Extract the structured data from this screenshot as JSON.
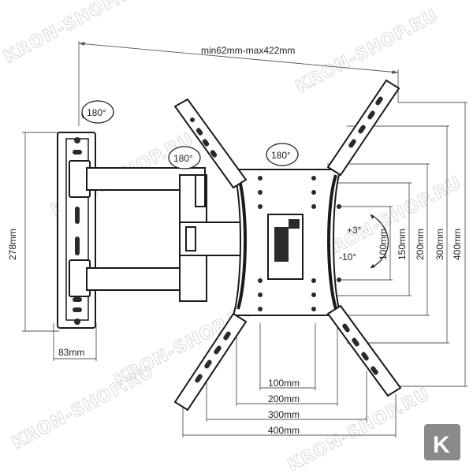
{
  "dimensions": {
    "arm_extension": "min62mm-max422mm",
    "wall_plate_height": "278mm",
    "wall_plate_width": "83mm",
    "vesa_horizontal": [
      "100mm",
      "200mm",
      "300mm",
      "400mm"
    ],
    "vesa_vertical": [
      "100mm",
      "150mm",
      "200mm",
      "300mm",
      "400mm"
    ]
  },
  "rotation": {
    "wall_joint": "180°",
    "middle_joint": "180°",
    "plate_swivel": "180°",
    "tilt_up": "+3°",
    "tilt_down": "-10°"
  },
  "watermark": "KRON-SHOP.RU",
  "badge_letter": "K",
  "colors": {
    "line": "#1a1a1a",
    "dimension": "#555555",
    "watermark": "#d7d7d7",
    "badge": "#8a8a8a"
  }
}
